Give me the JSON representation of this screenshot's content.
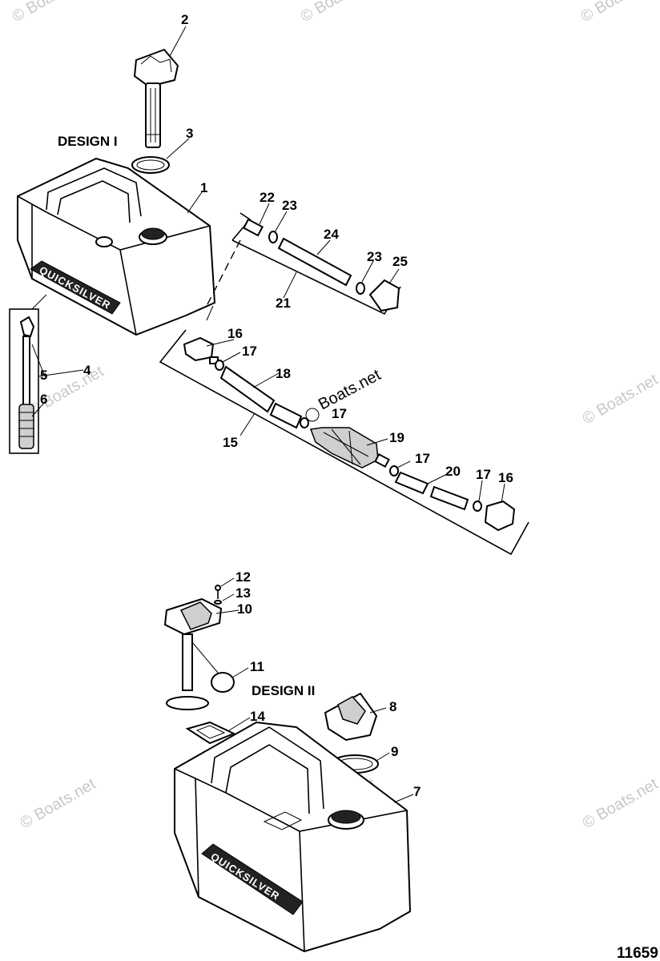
{
  "design_labels": {
    "design1": "DESIGN I",
    "design2": "DESIGN II"
  },
  "brand": "QUICKSILVER",
  "watermark": "© Boats.net",
  "overlay_watermark": "Boats.net",
  "figure_id": "11659",
  "callouts": {
    "c1": "1",
    "c2": "2",
    "c3": "3",
    "c4": "4",
    "c5": "5",
    "c6": "6",
    "c7": "7",
    "c8": "8",
    "c9": "9",
    "c10": "10",
    "c11": "11",
    "c12": "12",
    "c13": "13",
    "c14": "14",
    "c15": "15",
    "c16a": "16",
    "c16b": "16",
    "c17a": "17",
    "c17b": "17",
    "c17c": "17",
    "c17d": "17",
    "c18": "18",
    "c19": "19",
    "c20": "20",
    "c21": "21",
    "c22": "22",
    "c23a": "23",
    "c23b": "23",
    "c24": "24",
    "c25": "25"
  }
}
